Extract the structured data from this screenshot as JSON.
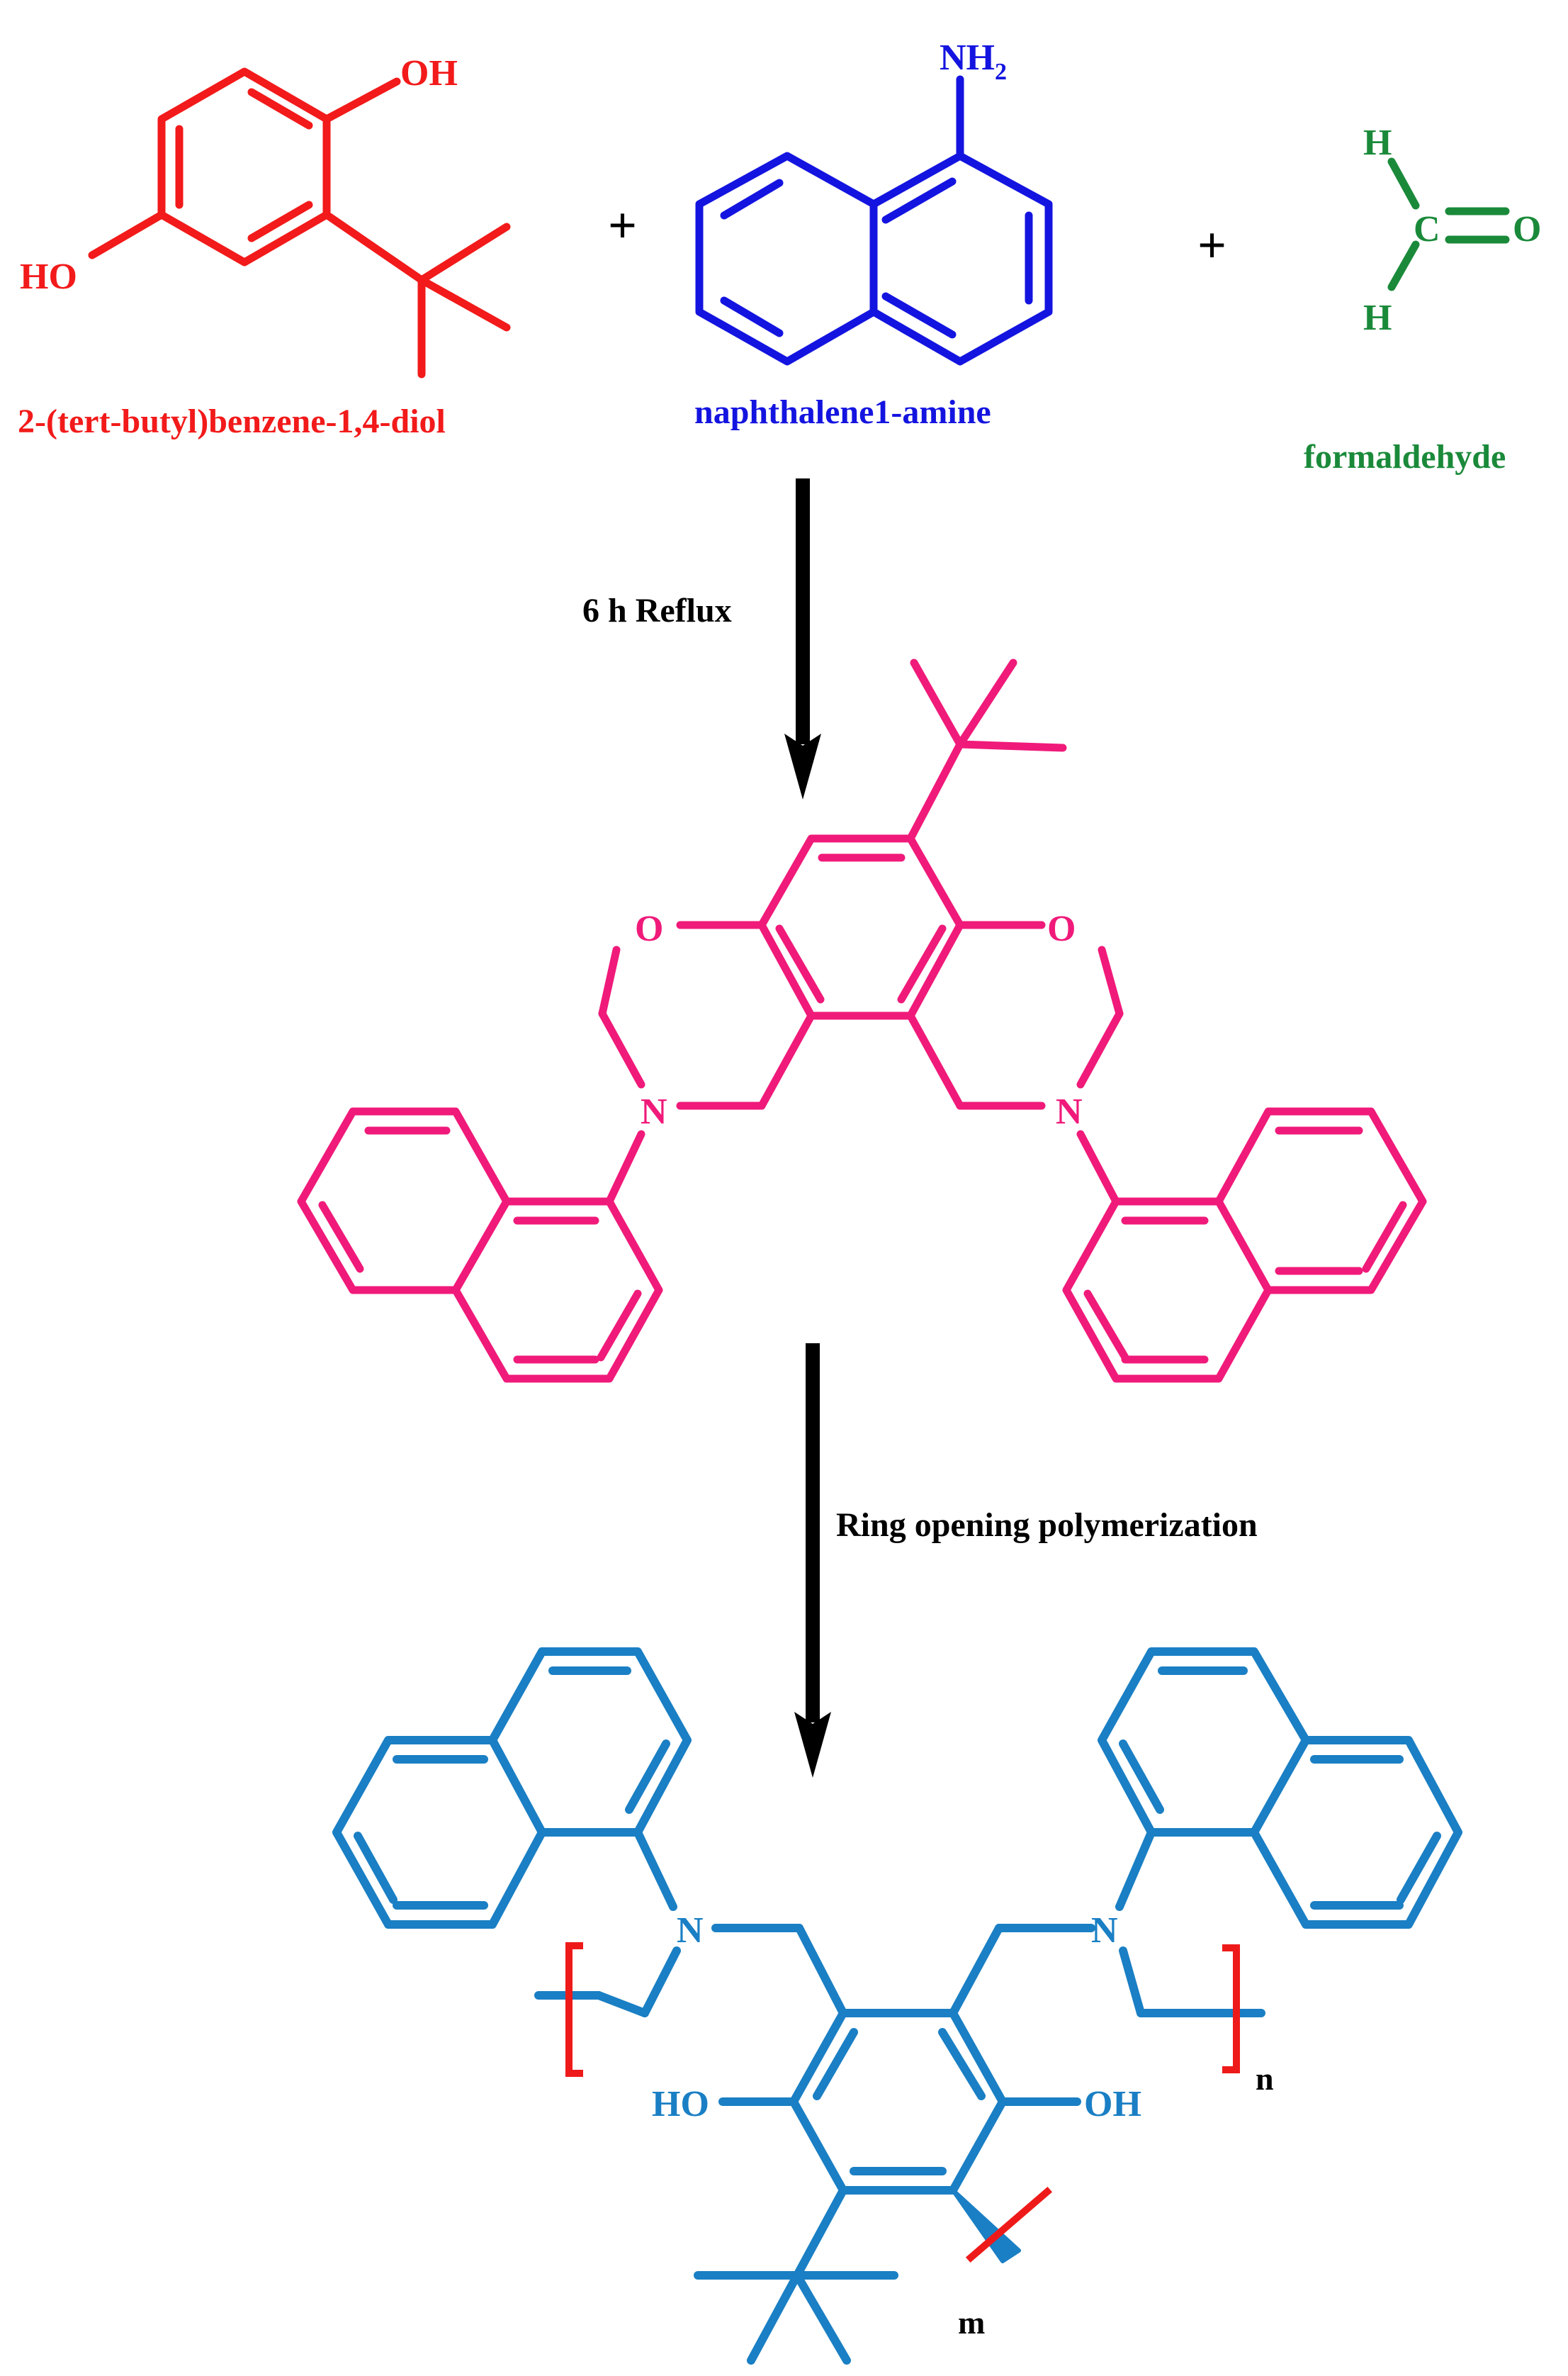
{
  "colors": {
    "hydroquinone": "#f21a1a",
    "naphthylamine": "#1414e0",
    "formaldehyde": "#1a8a3a",
    "benzoxazine": "#f01a7a",
    "polymer": "#1a7fc4",
    "bracket": "#ee1a1a",
    "arrow": "#000000",
    "text": "#000000"
  },
  "reactants": {
    "r1": {
      "name": "2-(tert-butyl)benzene-1,4-diol",
      "oh_top": "OH",
      "oh_left": "HO"
    },
    "r2": {
      "name": "naphthalene1-amine",
      "nh2_main": "NH",
      "nh2_sub": "2"
    },
    "r3": {
      "name": "formaldehyde",
      "h_top": "H",
      "h_bottom": "H",
      "c": "C",
      "o": "O"
    },
    "plus": "+"
  },
  "step1": {
    "condition": "6 h Reflux"
  },
  "monomer": {
    "o_left": "O",
    "o_right": "O",
    "n_left": "N",
    "n_right": "N"
  },
  "step2": {
    "condition": "Ring opening polymerization"
  },
  "polymer": {
    "n_left": "N",
    "n_right": "N",
    "oh_left": "HO",
    "oh_right": "OH",
    "index_n": "n",
    "index_m": "m"
  }
}
